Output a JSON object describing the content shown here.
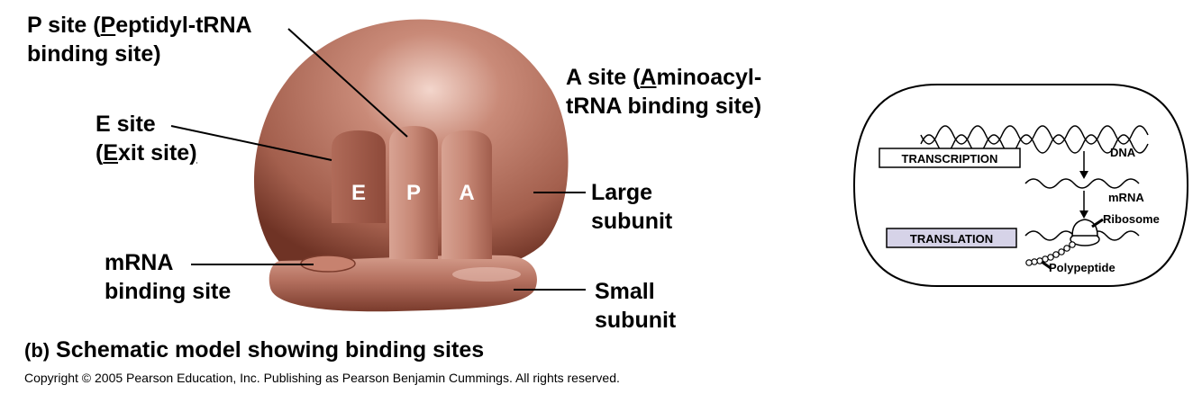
{
  "ribosome": {
    "p_site": {
      "line1_pre": "P site (",
      "line1_ul": "P",
      "line1_post": "eptidyl-tRNA",
      "line2": "binding site)"
    },
    "a_site": {
      "line1_pre": "A site (",
      "line1_ul": "A",
      "line1_post": "minoacyl-",
      "line2": "tRNA binding site)"
    },
    "e_site": {
      "line1": "E site",
      "line2_pre": "(",
      "line2_ul": "E",
      "line2_post": "xit site",
      "line2_close": ")"
    },
    "large_subunit": {
      "line1": "Large",
      "line2": "subunit"
    },
    "mrna_site": {
      "line1": "mRNA",
      "line2": "binding site"
    },
    "small_subunit": {
      "line1": "Small",
      "line2": "subunit"
    },
    "slot_letters": {
      "e": "E",
      "p": "P",
      "a": "A"
    }
  },
  "caption": {
    "tag": "(b)",
    "text": "Schematic model showing binding sites"
  },
  "copyright": "Copyright ©  2005 Pearson Education, Inc. Publishing as Pearson Benjamin Cummings. All rights reserved.",
  "cell": {
    "dna": "DNA",
    "transcription": "TRANSCRIPTION",
    "mrna": "mRNA",
    "ribosome": "Ribosome",
    "translation": "TRANSLATION",
    "polypeptide": "Polypeptide"
  },
  "colors": {
    "ribosome_base": "#b5705f",
    "ribosome_dark": "#8a4636",
    "translation_box": "#d6d3e8"
  }
}
